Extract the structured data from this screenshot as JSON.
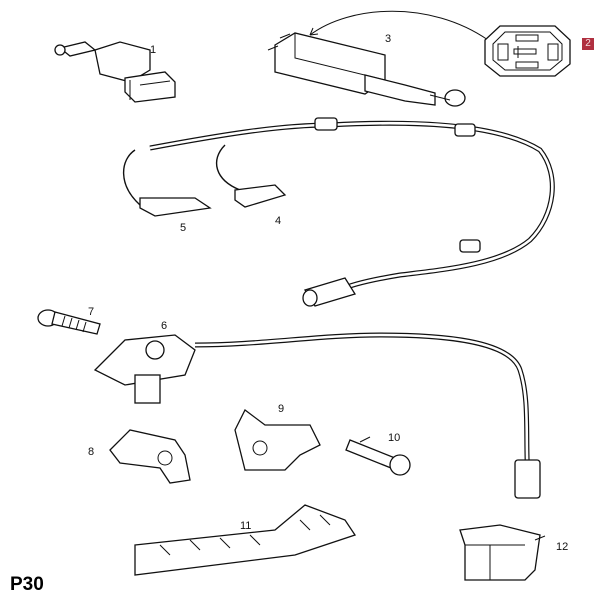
{
  "diagram": {
    "page_code": "P30",
    "hotspot_label": "2",
    "callouts": [
      "1",
      "3",
      "4",
      "5",
      "6",
      "7",
      "8",
      "9",
      "10",
      "11",
      "12"
    ],
    "colors": {
      "hotspot": "#b03040",
      "line": "#111111"
    }
  }
}
